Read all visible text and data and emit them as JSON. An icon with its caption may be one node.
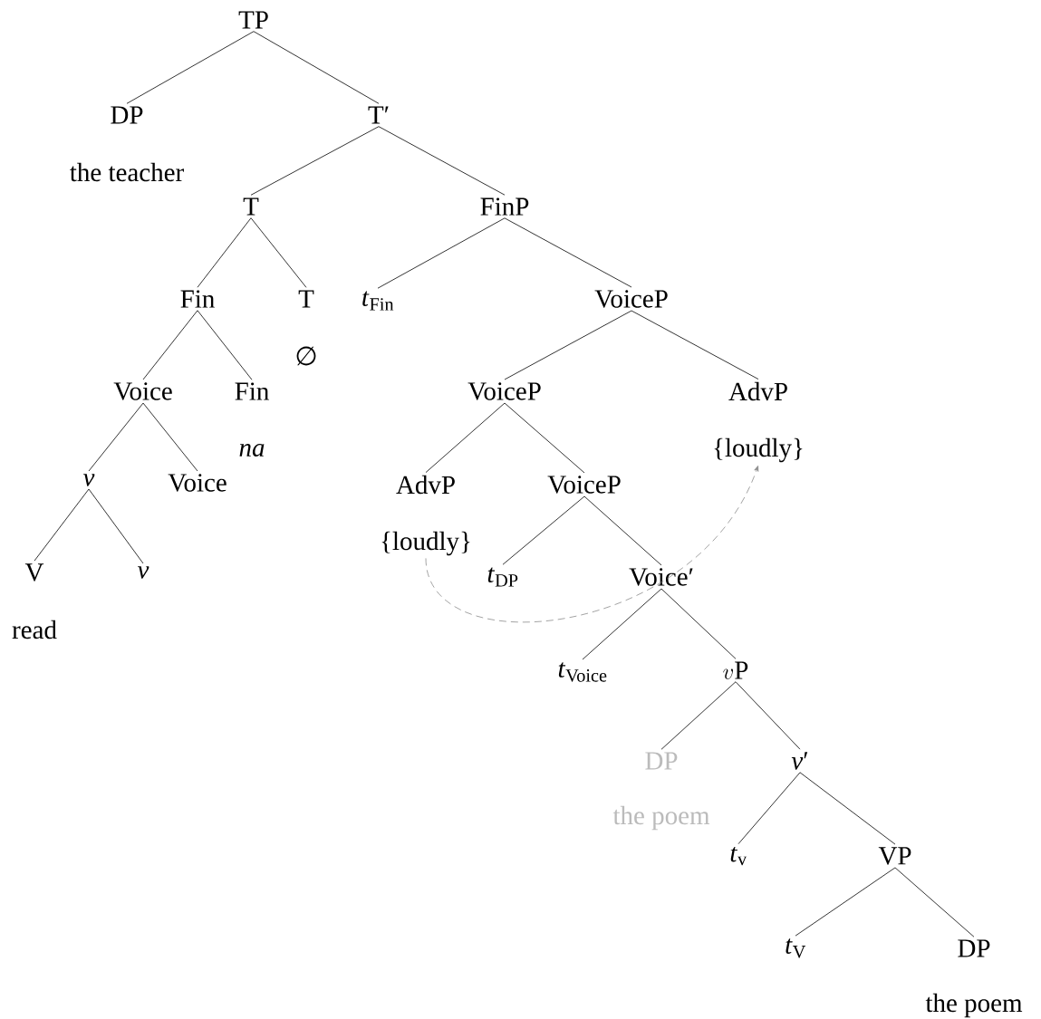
{
  "diagram": {
    "nodes": [
      {
        "text": [
          "TP"
        ]
      },
      {
        "text": [
          "DP"
        ],
        "beside": [
          "the teacher"
        ]
      },
      {
        "text": [
          "T′"
        ]
      },
      {
        "text": [
          "T"
        ]
      },
      {
        "text": [
          "FinP"
        ]
      },
      {
        "text": [
          "Fin"
        ]
      },
      {
        "text": [
          "T"
        ],
        "beside": [
          "∅"
        ]
      },
      {
        "text": [
          "*t*$_{Fin}$"
        ]
      },
      {
        "text": [
          "VoiceP"
        ]
      },
      {
        "text": [
          "Voice"
        ]
      },
      {
        "text": [
          "Fin"
        ]
      },
      {
        "text": [
          "VoiceP"
        ]
      },
      {
        "text": [
          "AdvP"
        ]
      },
      {
        "text": [
          "{loudly}"
        ]
      },
      {
        "text": [
          "v"
        ]
      },
      {
        "text": [
          "Voice"
        ]
      },
      {
        "text": [
          "AdvP"
        ]
      },
      {
        "text": [
          "{loudly}"
        ]
      },
      {
        "text": [
          "VoiceP"
        ]
      },
      {
        "text": [
          "V"
        ],
        "beside": [
          "read"
        ]
      },
      {
        "text": [
          "v"
        ]
      },
      {
        "text": [
          "*t*$_{DP}$"
        ]
      },
      {
        "text": [
          "Voice′"
        ]
      },
      {
        "text": [
          "*t*$_{Voice}$"
        ]
      },
      {
        "text": [
          "v\\mathrm{P}"
        ]
      },
      {
        "text": [
          "DP"
        ],
        "beside": [
          "the poem"
        ]
      },
      {
        "text": [
          "*v*′"
        ]
      },
      {
        "text": [
          "*t*$_{v}$"
        ]
      },
      {
        "text": [
          "VP"
        ]
      },
      {
        "text": [
          "*t*$_{V}$"
        ]
      },
      {
        "text": [
          "DP"
        ],
        "beside": [
          "the poem"
        ]
      }
    ],
    "edges": [
      {
        "from": 0,
        "to": 1,
        "arrow": "none"
      },
      {
        "from": 0,
        "to": 2,
        "arrow": "none"
      },
      {
        "from": 2,
        "to": 3,
        "arrow": "none"
      },
      {
        "from": 2,
        "to": 4,
        "arrow": "none"
      },
      {
        "from": 3,
        "to": 5,
        "arrow": "none"
      },
      {
        "from": 3,
        "to": 6,
        "arrow": "none"
      },
      {
        "from": 4,
        "to": 7,
        "arrow": "none"
      },
      {
        "from": 4,
        "to": 8,
        "arrow": "none"
      },
      {
        "from": 5,
        "to": 9,
        "arrow": "none"
      },
      {
        "from": 5,
        "to": 10,
        "arrow": "none"
      },
      {
        "from": 8,
        "to": 11,
        "arrow": "none"
      },
      {
        "from": 8,
        "to": 12,
        "arrow": "none"
      },
      {
        "from": 9,
        "to": 14,
        "arrow": "none"
      },
      {
        "from": 9,
        "to": 15,
        "arrow": "none"
      },
      {
        "from": 11,
        "to": 16,
        "arrow": "none"
      },
      {
        "from": 11,
        "to": 18,
        "arrow": "none"
      },
      {
        "from": 14,
        "to": 19,
        "arrow": "none"
      },
      {
        "from": 14,
        "to": 20,
        "arrow": "none"
      },
      {
        "from": 18,
        "to": 21,
        "arrow": "none"
      },
      {
        "from": 18,
        "to": 22,
        "arrow": "none"
      },
      {
        "from": 22,
        "to": 23,
        "arrow": "none"
      },
      {
        "from": 22,
        "to": 24,
        "arrow": "none"
      },
      {
        "from": 24,
        "to": 25,
        "arrow": "none"
      },
      {
        "from": 24,
        "to": 26,
        "arrow": "none"
      },
      {
        "from": 26,
        "to": 27,
        "arrow": "none"
      },
      {
        "from": 26,
        "to": 28,
        "arrow": "none"
      },
      {
        "from": 28,
        "to": 29,
        "arrow": "none"
      },
      {
        "from": 28,
        "to": 30,
        "arrow": "none"
      },
      {
        "from": 17,
        "to": 13,
        "arrow": "to",
        "style": "dashed",
        "color": "#8c8c8c"
      }
    ],
    "labels": [
      "na"
    ]
  }
}
